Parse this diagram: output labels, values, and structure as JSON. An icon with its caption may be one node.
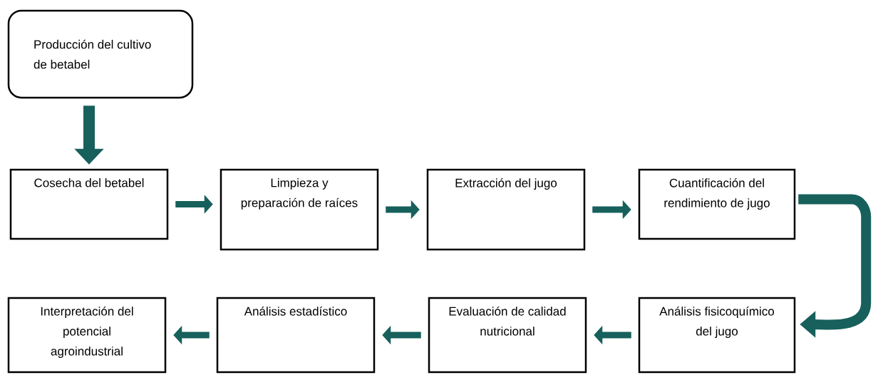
{
  "diagram": {
    "nodes": [
      {
        "text": [
          "Producción del cultivo de betabel"
        ]
      },
      {
        "text": [
          "Cosecha del betabel"
        ]
      },
      {
        "text": [
          "Limpieza y preparación de raíces"
        ]
      },
      {
        "text": [
          "Extracción del jugo"
        ]
      },
      {
        "text": [
          "Cuantificación del rendimiento de jugo"
        ]
      },
      {
        "text": [
          "Análisis fisicoquímico del jugo"
        ]
      },
      {
        "text": [
          "Evaluación de calidad nutricional"
        ]
      },
      {
        "text": [
          "Análisis estadístico"
        ]
      },
      {
        "text": [
          "Interpretación del potencial agroindustrial"
        ]
      }
    ],
    "edges": [
      {
        "from": 0,
        "to": 1,
        "arrow": "to"
      },
      {
        "from": 1,
        "to": 2,
        "arrow": "to"
      },
      {
        "from": 2,
        "to": 3,
        "arrow": "to"
      },
      {
        "from": 3,
        "to": 4,
        "arrow": "to"
      },
      {
        "from": 4,
        "to": 5,
        "arrow": "to"
      },
      {
        "from": 5,
        "to": 6,
        "arrow": "to"
      },
      {
        "from": 6,
        "to": 7,
        "arrow": "to"
      },
      {
        "from": 7,
        "to": 8,
        "arrow": "to"
      }
    ]
  }
}
